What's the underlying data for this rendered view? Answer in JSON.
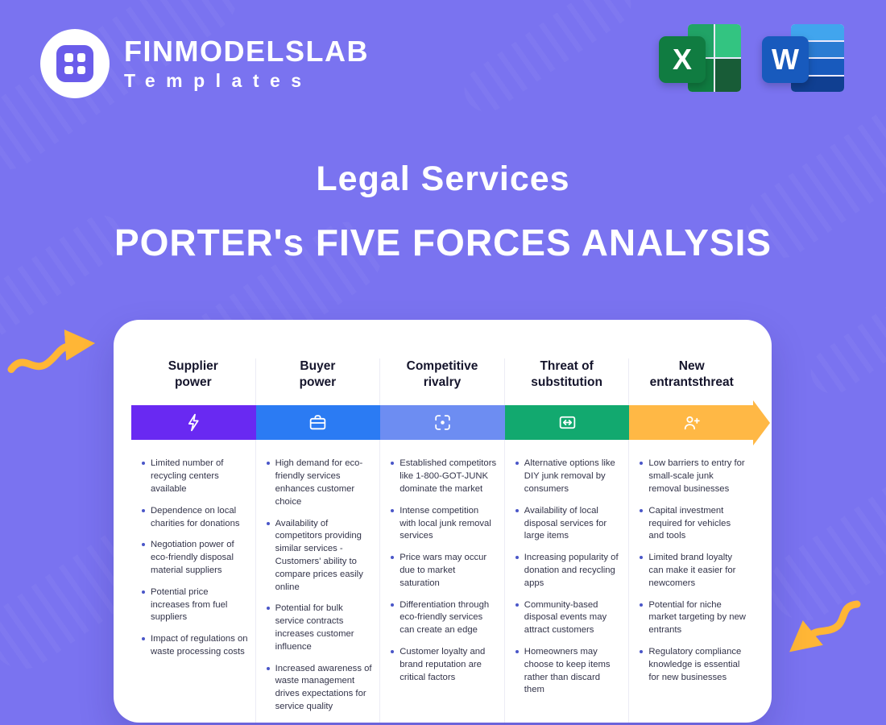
{
  "brand": {
    "name": "FINMODELSLAB",
    "subtitle": "Templates"
  },
  "badges": {
    "excel_letter": "X",
    "word_letter": "W"
  },
  "title": {
    "line1": "Legal Services",
    "line2": "PORTER's FIVE FORCES ANALYSIS"
  },
  "colors": {
    "background": "#7a73f0",
    "card": "#ffffff",
    "doodle_yellow": "#ffb636",
    "excel_green": "#107c41",
    "word_blue": "#185abd"
  },
  "forces": [
    {
      "name": "supplier-power",
      "title_line1": "Supplier",
      "title_line2": "power",
      "color": "#6929f2",
      "icon": "lightning-icon",
      "bullets": [
        "Limited number of recycling centers available",
        "Dependence on local charities for donations",
        "Negotiation power of eco-friendly disposal material suppliers",
        "Potential price increases from fuel suppliers",
        "Impact of regulations on waste processing costs"
      ]
    },
    {
      "name": "buyer-power",
      "title_line1": "Buyer",
      "title_line2": "power",
      "color": "#2b7bf3",
      "icon": "briefcase-icon",
      "bullets": [
        "High demand for eco-friendly services enhances customer choice",
        "Availability of competitors providing similar services - Customers' ability to compare prices easily online",
        "Potential for bulk service contracts increases customer influence",
        "Increased awareness of waste management drives expectations for service quality"
      ]
    },
    {
      "name": "competitive-rivalry",
      "title_line1": "Competitive",
      "title_line2": "rivalry",
      "color": "#6d8df2",
      "icon": "target-icon",
      "bullets": [
        "Established competitors like 1-800-GOT-JUNK dominate the market",
        "Intense competition with local junk removal services",
        "Price wars may occur due to market saturation",
        "Differentiation through eco-friendly services can create an edge",
        "Customer loyalty and brand reputation are critical factors"
      ]
    },
    {
      "name": "threat-of-substitution",
      "title_line1": "Threat of",
      "title_line2": "substitution",
      "color": "#12a96f",
      "icon": "swap-arrows-icon",
      "bullets": [
        "Alternative options like DIY junk removal by consumers",
        "Availability of local disposal services for large items",
        "Increasing popularity of donation and recycling apps",
        "Community-based disposal events may attract customers",
        "Homeowners may choose to keep items rather than discard them"
      ]
    },
    {
      "name": "new-entrants-threat",
      "title_line1": "New",
      "title_line2": "entrantsthreat",
      "color": "#ffb845",
      "icon": "person-plus-icon",
      "bullets": [
        "Low barriers to entry for small-scale junk removal businesses",
        "Capital investment required for vehicles and tools",
        "Limited brand loyalty can make it easier for newcomers",
        "Potential for niche market targeting by new entrants",
        "Regulatory compliance knowledge is essential for new businesses"
      ]
    }
  ]
}
